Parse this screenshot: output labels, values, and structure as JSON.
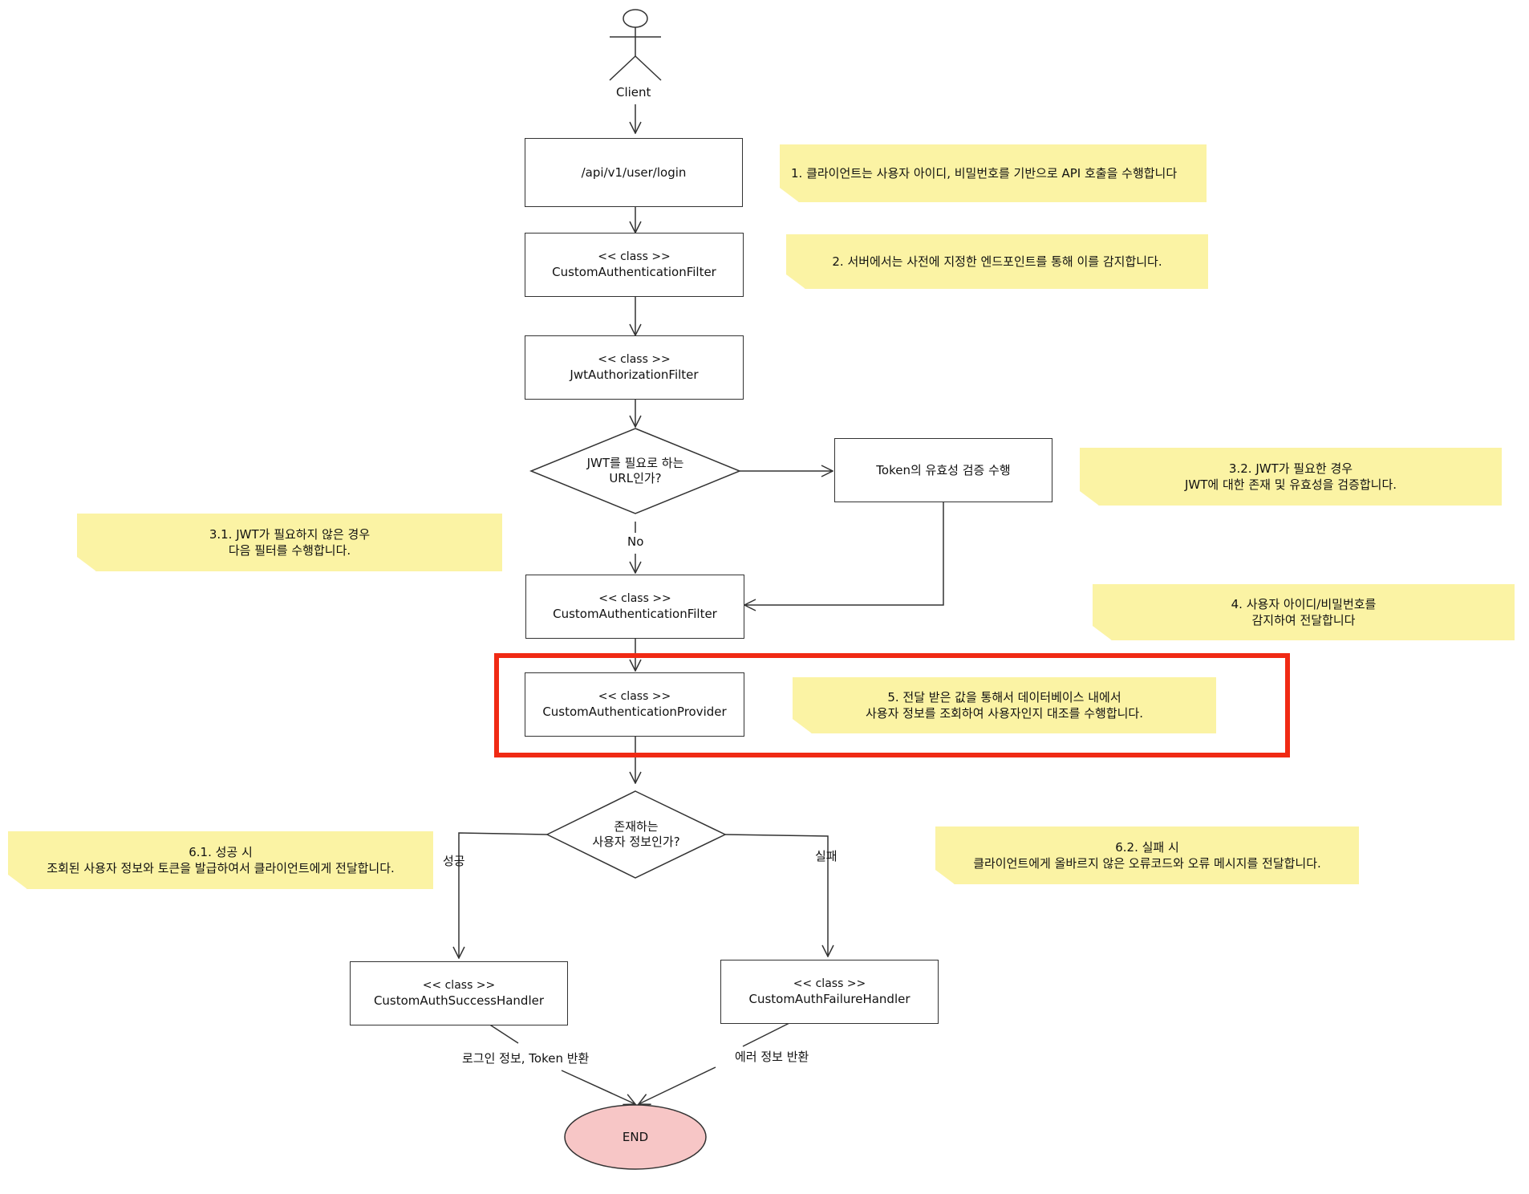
{
  "actor": {
    "label": "Client"
  },
  "boxes": {
    "login": {
      "line1": "/api/v1/user/login"
    },
    "auth_filter_1": {
      "stereo": "<< class >>",
      "name": "CustomAuthenticationFilter"
    },
    "jwt_filter": {
      "stereo": "<< class >>",
      "name": "JwtAuthorizationFilter"
    },
    "token_check": {
      "line1": "Token의 유효성 검증 수행"
    },
    "auth_filter_2": {
      "stereo": "<< class >>",
      "name": "CustomAuthenticationFilter"
    },
    "provider": {
      "stereo": "<< class >>",
      "name": "CustomAuthenticationProvider"
    },
    "success_handler": {
      "stereo": "<< class >>",
      "name": "CustomAuthSuccessHandler"
    },
    "failure_handler": {
      "stereo": "<< class >>",
      "name": "CustomAuthFailureHandler"
    }
  },
  "decisions": {
    "jwt_needed": {
      "line1": "JWT를 필요로 하는",
      "line2": "URL인가?"
    },
    "user_exists": {
      "line1": "존재하는",
      "line2": "사용자 정보인가?"
    }
  },
  "edge_labels": {
    "no": "No",
    "success": "성공",
    "failure": "실패",
    "login_token": "로그인 정보, Token 반환",
    "error_info": "에러 정보 반환"
  },
  "end": {
    "label": "END"
  },
  "notes": {
    "n1": {
      "line1": "1. 클라이언트는 사용자 아이디, 비밀번호를 기반으로 API 호출을 수행합니다"
    },
    "n2": {
      "line1": "2. 서버에서는 사전에 지정한 엔드포인트를 통해 이를 감지합니다."
    },
    "n31": {
      "line1": "3.1. JWT가 필요하지 않은 경우",
      "line2": "다음 필터를 수행합니다."
    },
    "n32": {
      "line1": "3.2. JWT가 필요한 경우",
      "line2": "JWT에 대한 존재 및 유효성을 검증합니다."
    },
    "n4": {
      "line1": "4. 사용자 아이디/비밀번호를",
      "line2": "감지하여 전달합니다"
    },
    "n5": {
      "line1": "5. 전달 받은 값을 통해서 데이터베이스 내에서",
      "line2": "사용자 정보를 조회하여 사용자인지 대조를 수행합니다."
    },
    "n61": {
      "line1": "6.1. 성공 시",
      "line2": "조회된 사용자 정보와 토큰을 발급하여서 클라이언트에게 전달합니다."
    },
    "n62": {
      "line1": "6.2. 실패 시",
      "line2": "클라이언트에게 올바르지 않은 오류코드와 오류 메시지를 전달합니다."
    }
  },
  "colors": {
    "note_fill": "#fbf3a4",
    "highlight": "#f02a14",
    "end_fill": "#f7c6c6",
    "line": "#333333"
  }
}
